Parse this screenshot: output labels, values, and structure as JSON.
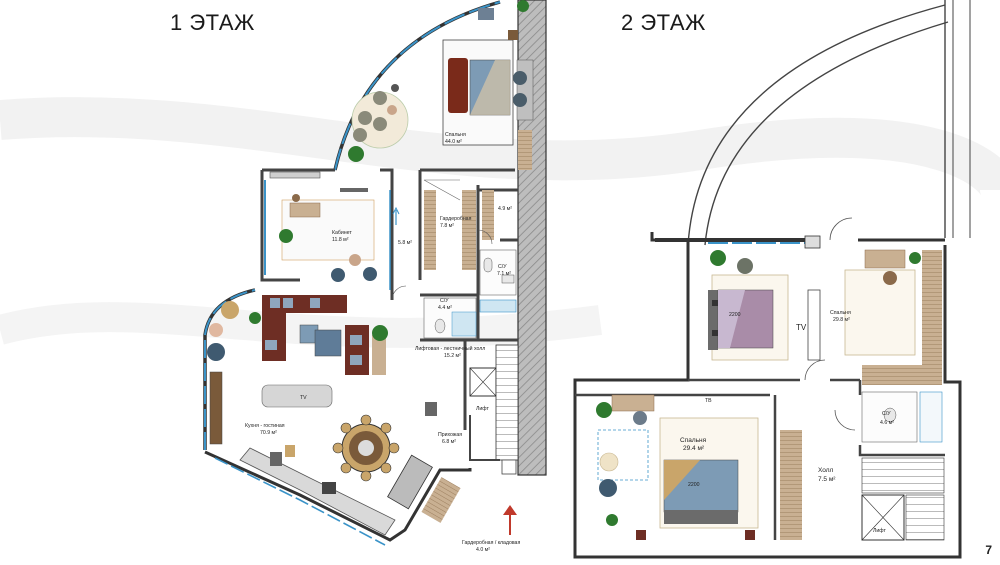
{
  "floors": [
    {
      "title": "1 ЭТАЖ",
      "rooms": {
        "bedroom": {
          "name": "Спальня",
          "area": "44.0 м²"
        },
        "study": {
          "name": "Кабинет",
          "area": "11.8 м²"
        },
        "dressing": {
          "name": "Гардеробная",
          "area": "7.8 м²"
        },
        "bath1": {
          "name": "С/У",
          "area": "7.1 м²"
        },
        "bath2": {
          "name": "С/У",
          "area": "4.4 м²"
        },
        "corridor1": {
          "name": "5.8 м²"
        },
        "corridor2": {
          "name": "4.9 м²"
        },
        "lift_hall": {
          "name": "Лифтовая - лестничный холл",
          "area": "15.2 м²"
        },
        "kitchen": {
          "name": "Кухня - гостиная",
          "area": "70.9 м²"
        },
        "hall": {
          "name": "Прихожая",
          "area": "6.8 м²"
        },
        "wardrobe": {
          "name": "Гардеробная / кладовая",
          "area": "4.0 м²"
        },
        "lift": {
          "name": "Лифт"
        },
        "tv": {
          "name": "TV"
        }
      }
    },
    {
      "title": "2 ЭТАЖ",
      "rooms": {
        "bedroom_a": {
          "name": "Спальня",
          "area": "29.8 м²",
          "bed": "2200"
        },
        "bedroom_b": {
          "name": "Спальня",
          "area": "29.4 м²",
          "bed": "2200"
        },
        "bath": {
          "name": "С/У",
          "area": "4.6 м²"
        },
        "hall": {
          "name": "Холл",
          "area": "7.5 м²"
        },
        "lift": {
          "name": "Лифт"
        },
        "tv_a": {
          "name": "TV"
        },
        "tv_b": {
          "name": "ТВ"
        }
      }
    }
  ],
  "page_number": "7",
  "colors": {
    "glass": "#3a93c8",
    "bed_brown": "#7a2a1a",
    "bed_blue": "#7d9bb5",
    "sofa_brown": "#6e2e24",
    "wood": "#b89878",
    "plant": "#2f7a2f",
    "arrow": "#c0392b"
  }
}
